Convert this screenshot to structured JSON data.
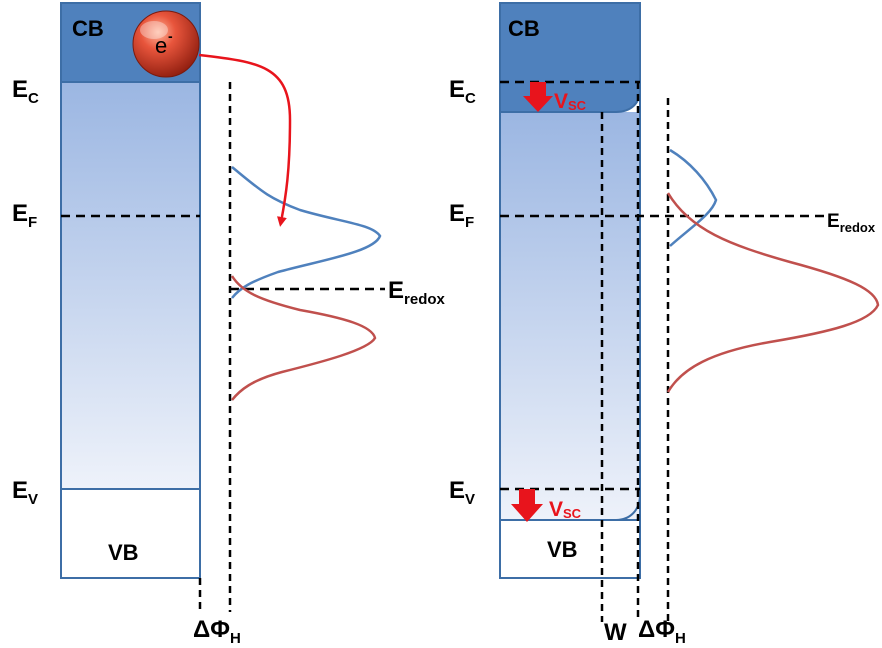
{
  "left_panel": {
    "cb_label": "CB",
    "vb_label": "VB",
    "electron_label": "e",
    "electron_charge": "-",
    "ec": {
      "main": "E",
      "sub": "C"
    },
    "ef": {
      "main": "E",
      "sub": "F"
    },
    "ev": {
      "main": "E",
      "sub": "V"
    },
    "eredox": {
      "main": "E",
      "sub": "redox"
    },
    "delta_phi": {
      "main": "ΔΦ",
      "sub": "H"
    }
  },
  "right_panel": {
    "cb_label": "CB",
    "vb_label": "VB",
    "ec": {
      "main": "E",
      "sub": "C"
    },
    "ef": {
      "main": "E",
      "sub": "F"
    },
    "ev": {
      "main": "E",
      "sub": "V"
    },
    "eredox": {
      "main": "E",
      "sub": "redox"
    },
    "vsc_top": {
      "main": "V",
      "sub": "SC"
    },
    "vsc_bottom": {
      "main": "V",
      "sub": "SC"
    },
    "w_label": "W",
    "delta_phi": {
      "main": "ΔΦ",
      "sub": "H"
    }
  },
  "colors": {
    "cb_fill": "#4f81bd",
    "gap_top": "#9bb6e2",
    "gap_bottom": "#eef2fa",
    "border": "#3d6ea6",
    "donor_curve": "#4f81bd",
    "acceptor_curve": "#c0504d",
    "arrow_red": "#e8141c"
  }
}
